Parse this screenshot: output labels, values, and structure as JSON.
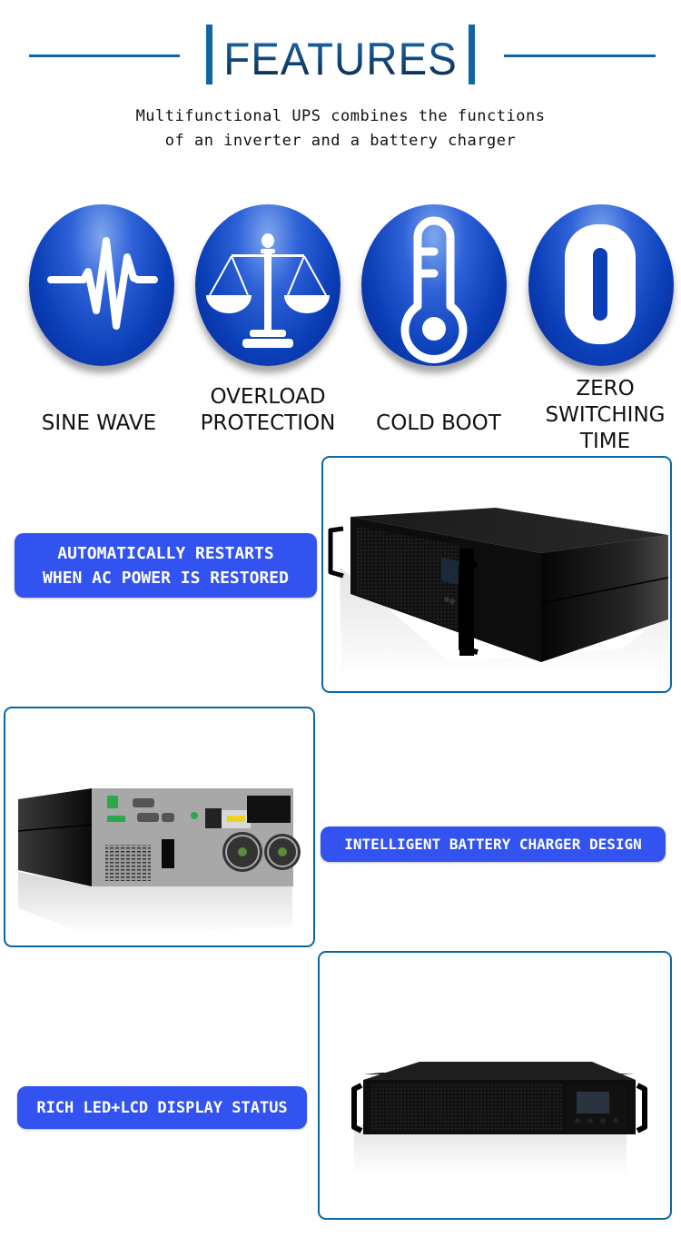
{
  "header": {
    "title": "FEATURES",
    "subtitle_lines": [
      "Multifunctional UPS combines the functions",
      "of an inverter and a battery charger"
    ]
  },
  "features": [
    {
      "icon": "sine-wave-icon",
      "label_lines": [
        "SINE WAVE"
      ]
    },
    {
      "icon": "balance-scale-icon",
      "label_lines": [
        "OVERLOAD",
        "PROTECTION"
      ]
    },
    {
      "icon": "thermometer-icon",
      "label_lines": [
        "COLD BOOT"
      ]
    },
    {
      "icon": "zero-icon",
      "label_lines": [
        "ZERO",
        "SWITCHING",
        "TIME"
      ]
    }
  ],
  "sections": [
    {
      "tag_lines": [
        "AUTOMATICALLY RESTARTS",
        "WHEN AC POWER IS RESTORED"
      ],
      "image": "ups-front-angled"
    },
    {
      "tag_lines": [
        "INTELLIGENT BATTERY CHARGER DESIGN"
      ],
      "image": "ups-rear-panel"
    },
    {
      "tag_lines": [
        "RICH LED+LCD DISPLAY STATUS"
      ],
      "image": "ups-front-view"
    }
  ],
  "colors": {
    "header_blue": "#0e66a8",
    "tag_blue": "#3253f0",
    "frame_blue": "#0b66a6",
    "icon_blue": "#0b3fb8"
  }
}
